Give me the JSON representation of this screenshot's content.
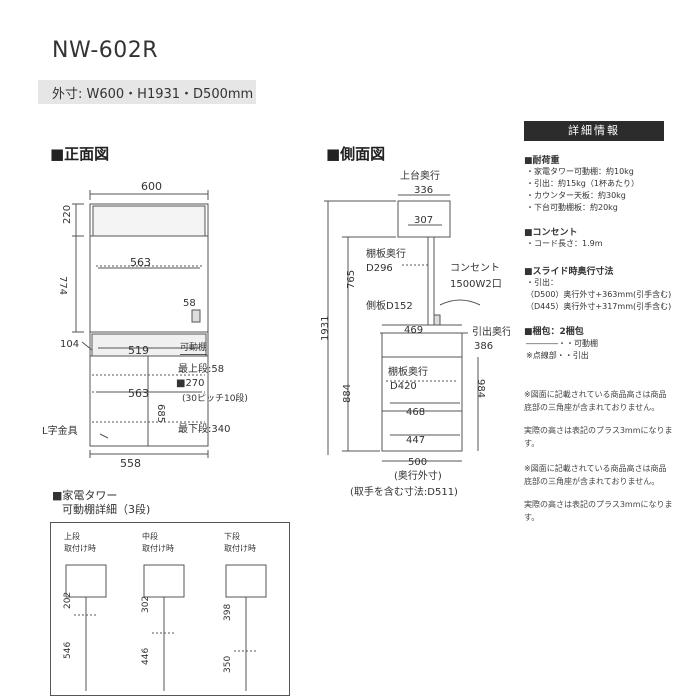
{
  "header": {
    "model": "NW-602R",
    "dimensions": "外寸: W600・H1931・D500mm"
  },
  "front_view": {
    "title": "■正面図",
    "labels": {
      "w600": "600",
      "h220": "220",
      "h774": "774",
      "w563_top": "563",
      "d58": "58",
      "h104": "104",
      "w519": "519",
      "w563_low": "563",
      "h685": "685",
      "w558": "558",
      "lbracket": "L字金具",
      "movable_title": "可動棚",
      "top_stage": "最上段:58",
      "pitch_main": "■270",
      "pitch_sub": "(30ピッチ10段)",
      "bottom_stage": "最下段:340"
    }
  },
  "side_view": {
    "title": "■側面図",
    "labels": {
      "top_depth": "上台奥行",
      "d336": "336",
      "d307": "307",
      "shelf_depth": "棚板奥行",
      "d296": "D296",
      "outlet": "コンセント",
      "outlet_spec": "1500W2口",
      "h765": "765",
      "side_board": "側板D152",
      "h1931": "1931",
      "d469": "469",
      "drawer_depth": "引出奥行",
      "d386": "386",
      "shelf_depth2": "棚板奥行",
      "d420": "D420",
      "h884": "884",
      "h984": "984",
      "d468": "468",
      "d447": "447",
      "d500": "500",
      "outer_depth": "(奥行外寸)",
      "with_handle": "(取手を含む寸法:D511)"
    }
  },
  "detail": {
    "title_main": "■家電タワー",
    "title_sub": "可動棚詳細（3段)",
    "columns": [
      {
        "name": "上段",
        "sub": "取付け時",
        "upper": "202",
        "lower": "546"
      },
      {
        "name": "中段",
        "sub": "取付け時",
        "upper": "302",
        "lower": "446"
      },
      {
        "name": "下段",
        "sub": "取付け時",
        "upper": "398",
        "lower": "350"
      }
    ]
  },
  "info_panel": {
    "header": "詳細情報",
    "sections": [
      {
        "title": "■耐荷重",
        "lines": [
          "・家電タワー可動棚：約10kg",
          "・引出：約15kg（1杯あたり）",
          "・カウンター天板：約30kg",
          "・下台可動棚板：約20kg"
        ]
      },
      {
        "title": "■コンセント",
        "lines": [
          "・コード長さ：1.9m"
        ]
      },
      {
        "title": "■スライド時奥行寸法",
        "lines": [
          "・引出：",
          "（D500）奥行外寸+363mm(引手含む)",
          "（D445）奥行外寸+317mm(引手含む)"
        ]
      },
      {
        "title": "■梱包：2梱包",
        "lines": [
          "――――・・可動棚",
          "※点線部・・引出"
        ]
      }
    ],
    "notes": [
      "※図面に記載されている商品高さは商品底部の三角座が含まれておりません。",
      "実際の高さは表記のプラス3mmになります。",
      "※図面に記載されている商品高さは商品底部の三角座が含まれておりません。",
      "実際の高さは表記のプラス3mmになります。"
    ]
  }
}
